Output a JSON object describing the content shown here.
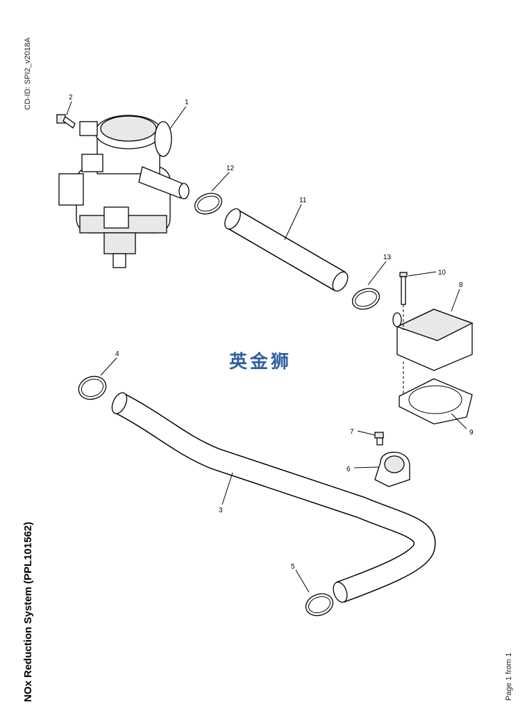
{
  "header": {
    "cd_id": "CD-ID: SPI2_v2018A"
  },
  "title": "NOx Reduction System (PPL101562)",
  "footer": {
    "page_label": "Page 1 from 1"
  },
  "watermark": "英金狮",
  "callouts": [
    "1",
    "2",
    "3",
    "4",
    "5",
    "6",
    "7",
    "8",
    "9",
    "10",
    "11",
    "12",
    "13"
  ]
}
